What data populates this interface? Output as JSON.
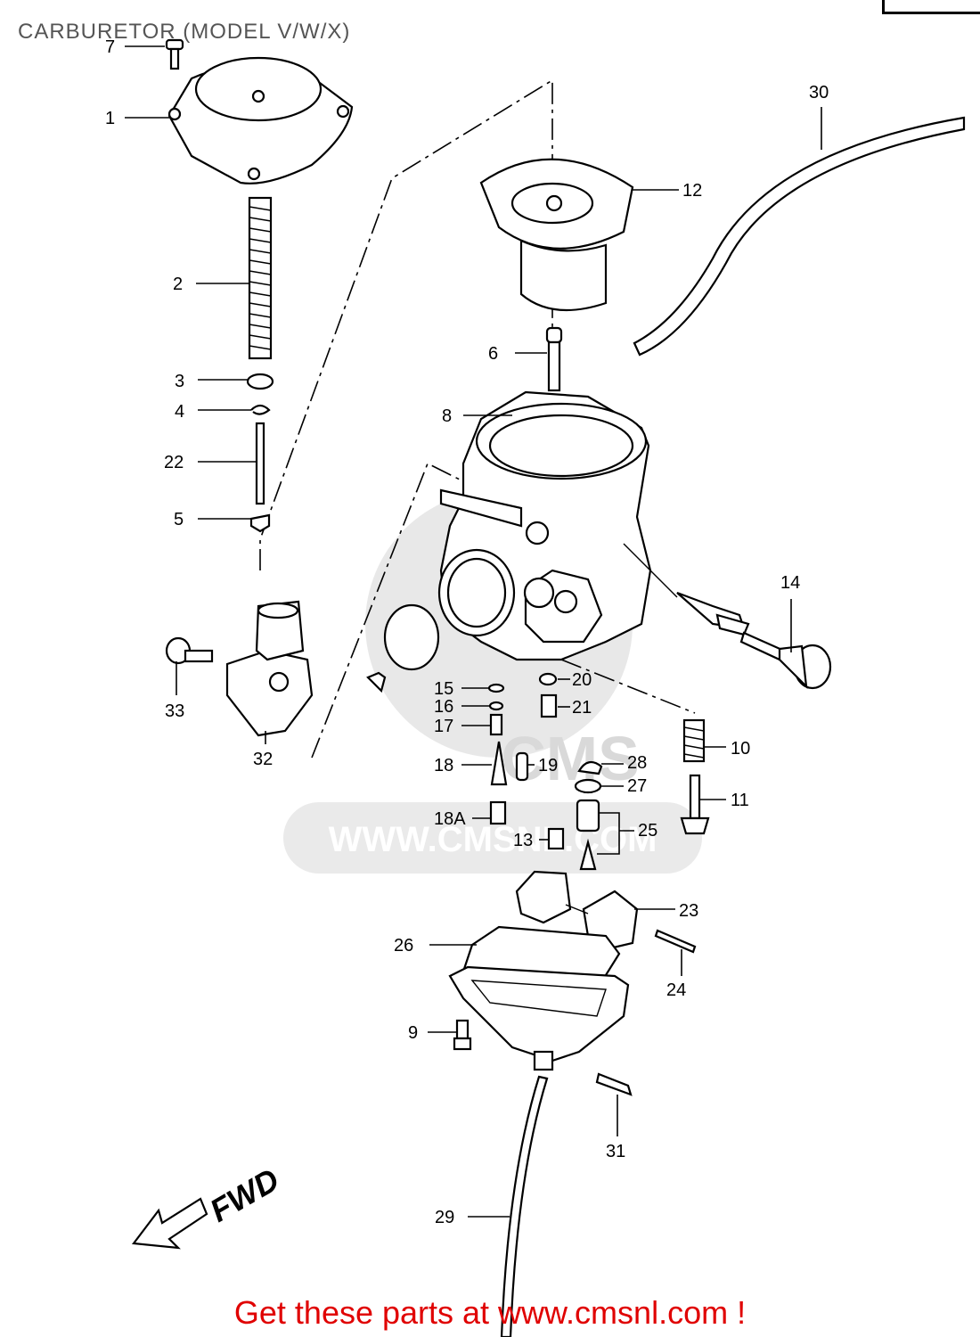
{
  "header": {
    "title": "CARBURETOR (MODEL V/W/X)"
  },
  "watermark": {
    "text": "WWW.CMSNL.COM",
    "logo_text": "CMS"
  },
  "direction_label": "FWD",
  "footer": {
    "promo": "Get these parts at www.cmsnl.com !"
  },
  "colors": {
    "promo": "#e00000",
    "watermark": "#d9d9d9",
    "line": "#000000"
  },
  "callouts": {
    "c1": "1",
    "c2": "2",
    "c3": "3",
    "c4": "4",
    "c5": "5",
    "c6": "6",
    "c7": "7",
    "c8": "8",
    "c9": "9",
    "c10": "10",
    "c11": "11",
    "c12": "12",
    "c13": "13",
    "c14": "14",
    "c15": "15",
    "c16": "16",
    "c17": "17",
    "c18": "18",
    "c18a": "18A",
    "c19": "19",
    "c20": "20",
    "c21": "21",
    "c22": "22",
    "c23": "23",
    "c24": "24",
    "c25": "25",
    "c26": "26",
    "c27": "27",
    "c28": "28",
    "c29": "29",
    "c30": "30",
    "c31": "31",
    "c32": "32",
    "c33": "33"
  }
}
